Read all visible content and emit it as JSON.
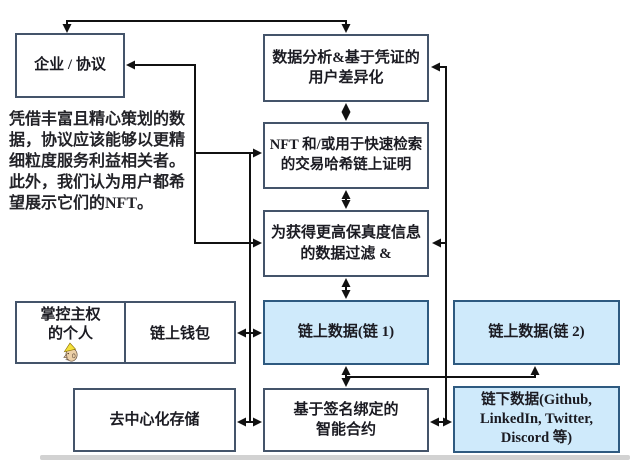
{
  "diagram": {
    "boxes": {
      "enterprise": "企业 / 协议",
      "analysis": "数据分析&基于凭证的用户差异化",
      "nft": "NFT 和/或用于快速检索的交易哈希链上证明",
      "filter": "为获得更高保真度信息的数据过滤 &",
      "person": "掌控主权的个人",
      "wallet": "链上钱包",
      "chain1": "链上数据(链 1)",
      "chain2": "链上数据(链 2)",
      "storage": "去中心化存储",
      "contract": "基于签名绑定的智能合约",
      "offchain": "链下数据(Github, LinkedIn, Twitter, Discord 等)"
    },
    "annotation": "凭借丰富且精心策划的数据，协议应该能够以更精细粒度服务利益相关者。此外，我们认为用户都希望展示它们的NFT。",
    "icons": {
      "person": "person-face-icon"
    },
    "colors": {
      "highlight_fill": "#cfeafb",
      "highlight_border": "#2e5a80",
      "plain_border": "#44546a",
      "connector": "#111111",
      "hat": "#f4e03a"
    }
  }
}
